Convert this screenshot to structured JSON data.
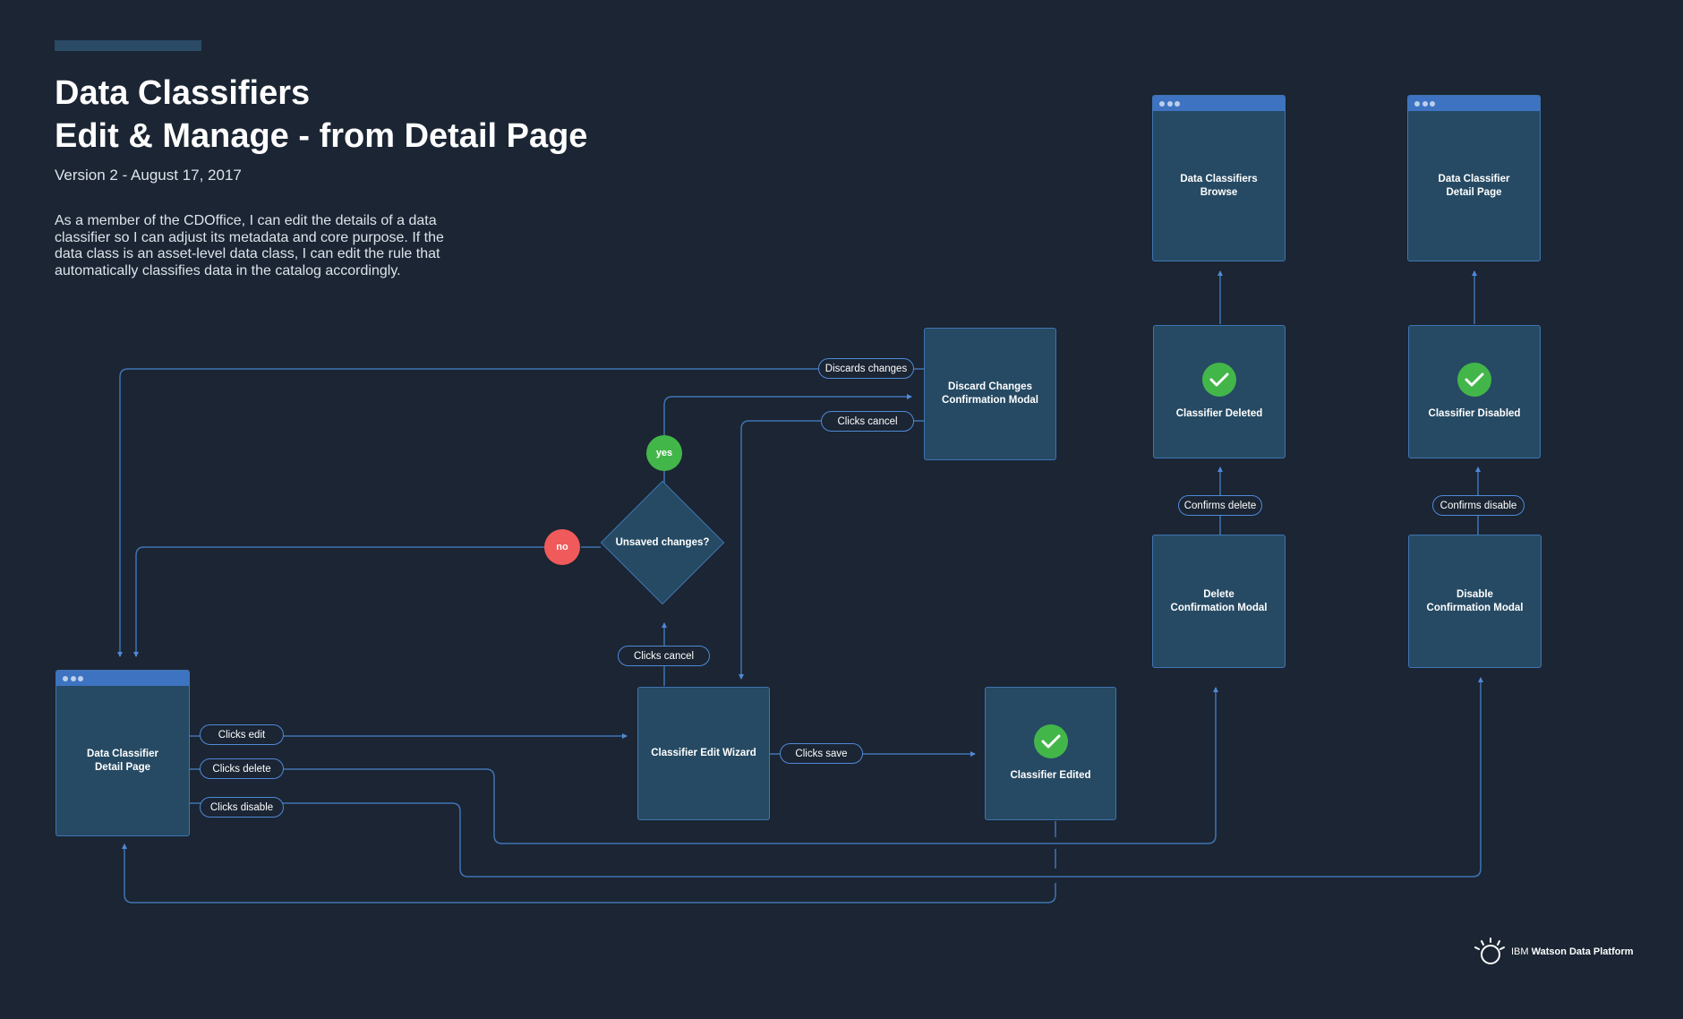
{
  "header": {
    "title_line1": "Data Classifiers",
    "title_line2": "Edit & Manage - from Detail Page",
    "version": "Version 2 - August 17, 2017",
    "description": "As a member of the CDOffice, I can edit the details of a data classifier so I can adjust its metadata and core purpose.  If the data class is an asset-level data class, I can edit the rule that automatically classifies data in the catalog accordingly."
  },
  "nodes": {
    "detail_page_start": "Data Classifier\nDetail Page",
    "edit_wizard": "Classifier Edit Wizard",
    "classifier_edited": "Classifier Edited",
    "discard_modal": "Discard Changes\nConfirmation Modal",
    "browse_page": "Data Classifiers\nBrowse",
    "detail_page_end": "Data Classifier\nDetail Page",
    "classifier_deleted": "Classifier Deleted",
    "classifier_disabled": "Classifier Disabled",
    "delete_modal": "Delete\nConfirmation Modal",
    "disable_modal": "Disable\nConfirmation Modal"
  },
  "decision": {
    "question": "Unsaved changes?",
    "yes_label": "yes",
    "no_label": "no"
  },
  "edges": {
    "clicks_edit": "Clicks edit",
    "clicks_delete": "Clicks delete",
    "clicks_disable": "Clicks disable",
    "clicks_save": "Clicks save",
    "clicks_cancel_wizard": "Clicks cancel",
    "clicks_cancel_modal": "Clicks cancel",
    "discards_changes": "Discards changes",
    "confirms_delete": "Confirms delete",
    "confirms_disable": "Confirms disable"
  },
  "footer": {
    "brand_prefix": "IBM",
    "brand_name": "Watson Data Platform"
  },
  "colors": {
    "background": "#1b2533",
    "node_fill": "#264a63",
    "node_border": "#3f74b3",
    "connector": "#3f74b3",
    "success": "#43b649",
    "no": "#f05a5a",
    "browser_chrome": "#3e73c1"
  }
}
